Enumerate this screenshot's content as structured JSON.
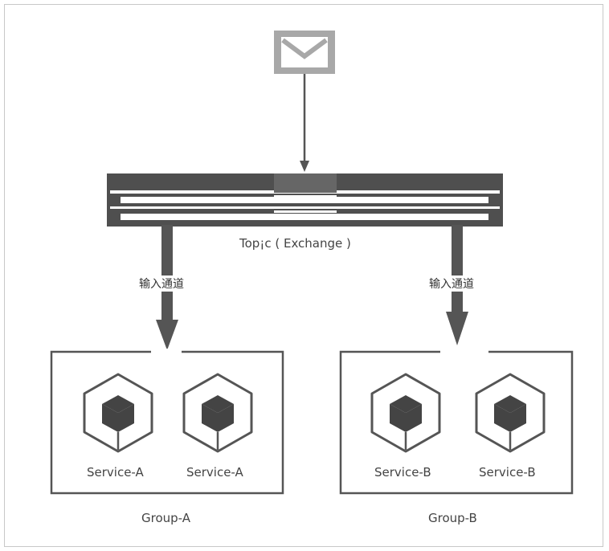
{
  "topic_label": "Top¡c ( Exchange )",
  "channel_labels": [
    "输入通道",
    "输入通道"
  ],
  "groups": [
    {
      "name": "Group-A",
      "services": [
        "Service-A",
        "Service-A"
      ]
    },
    {
      "name": "Group-B",
      "services": [
        "Service-B",
        "Service-B"
      ]
    }
  ],
  "icons": {
    "message": "envelope-icon",
    "service": "cube-box-icon"
  },
  "colors": {
    "frame": "#c8c8c8",
    "envelope": "#a8a8a8",
    "topic_bar": "#555555",
    "arrow": "#555555",
    "group_border": "#555555",
    "cube": "#555555"
  }
}
